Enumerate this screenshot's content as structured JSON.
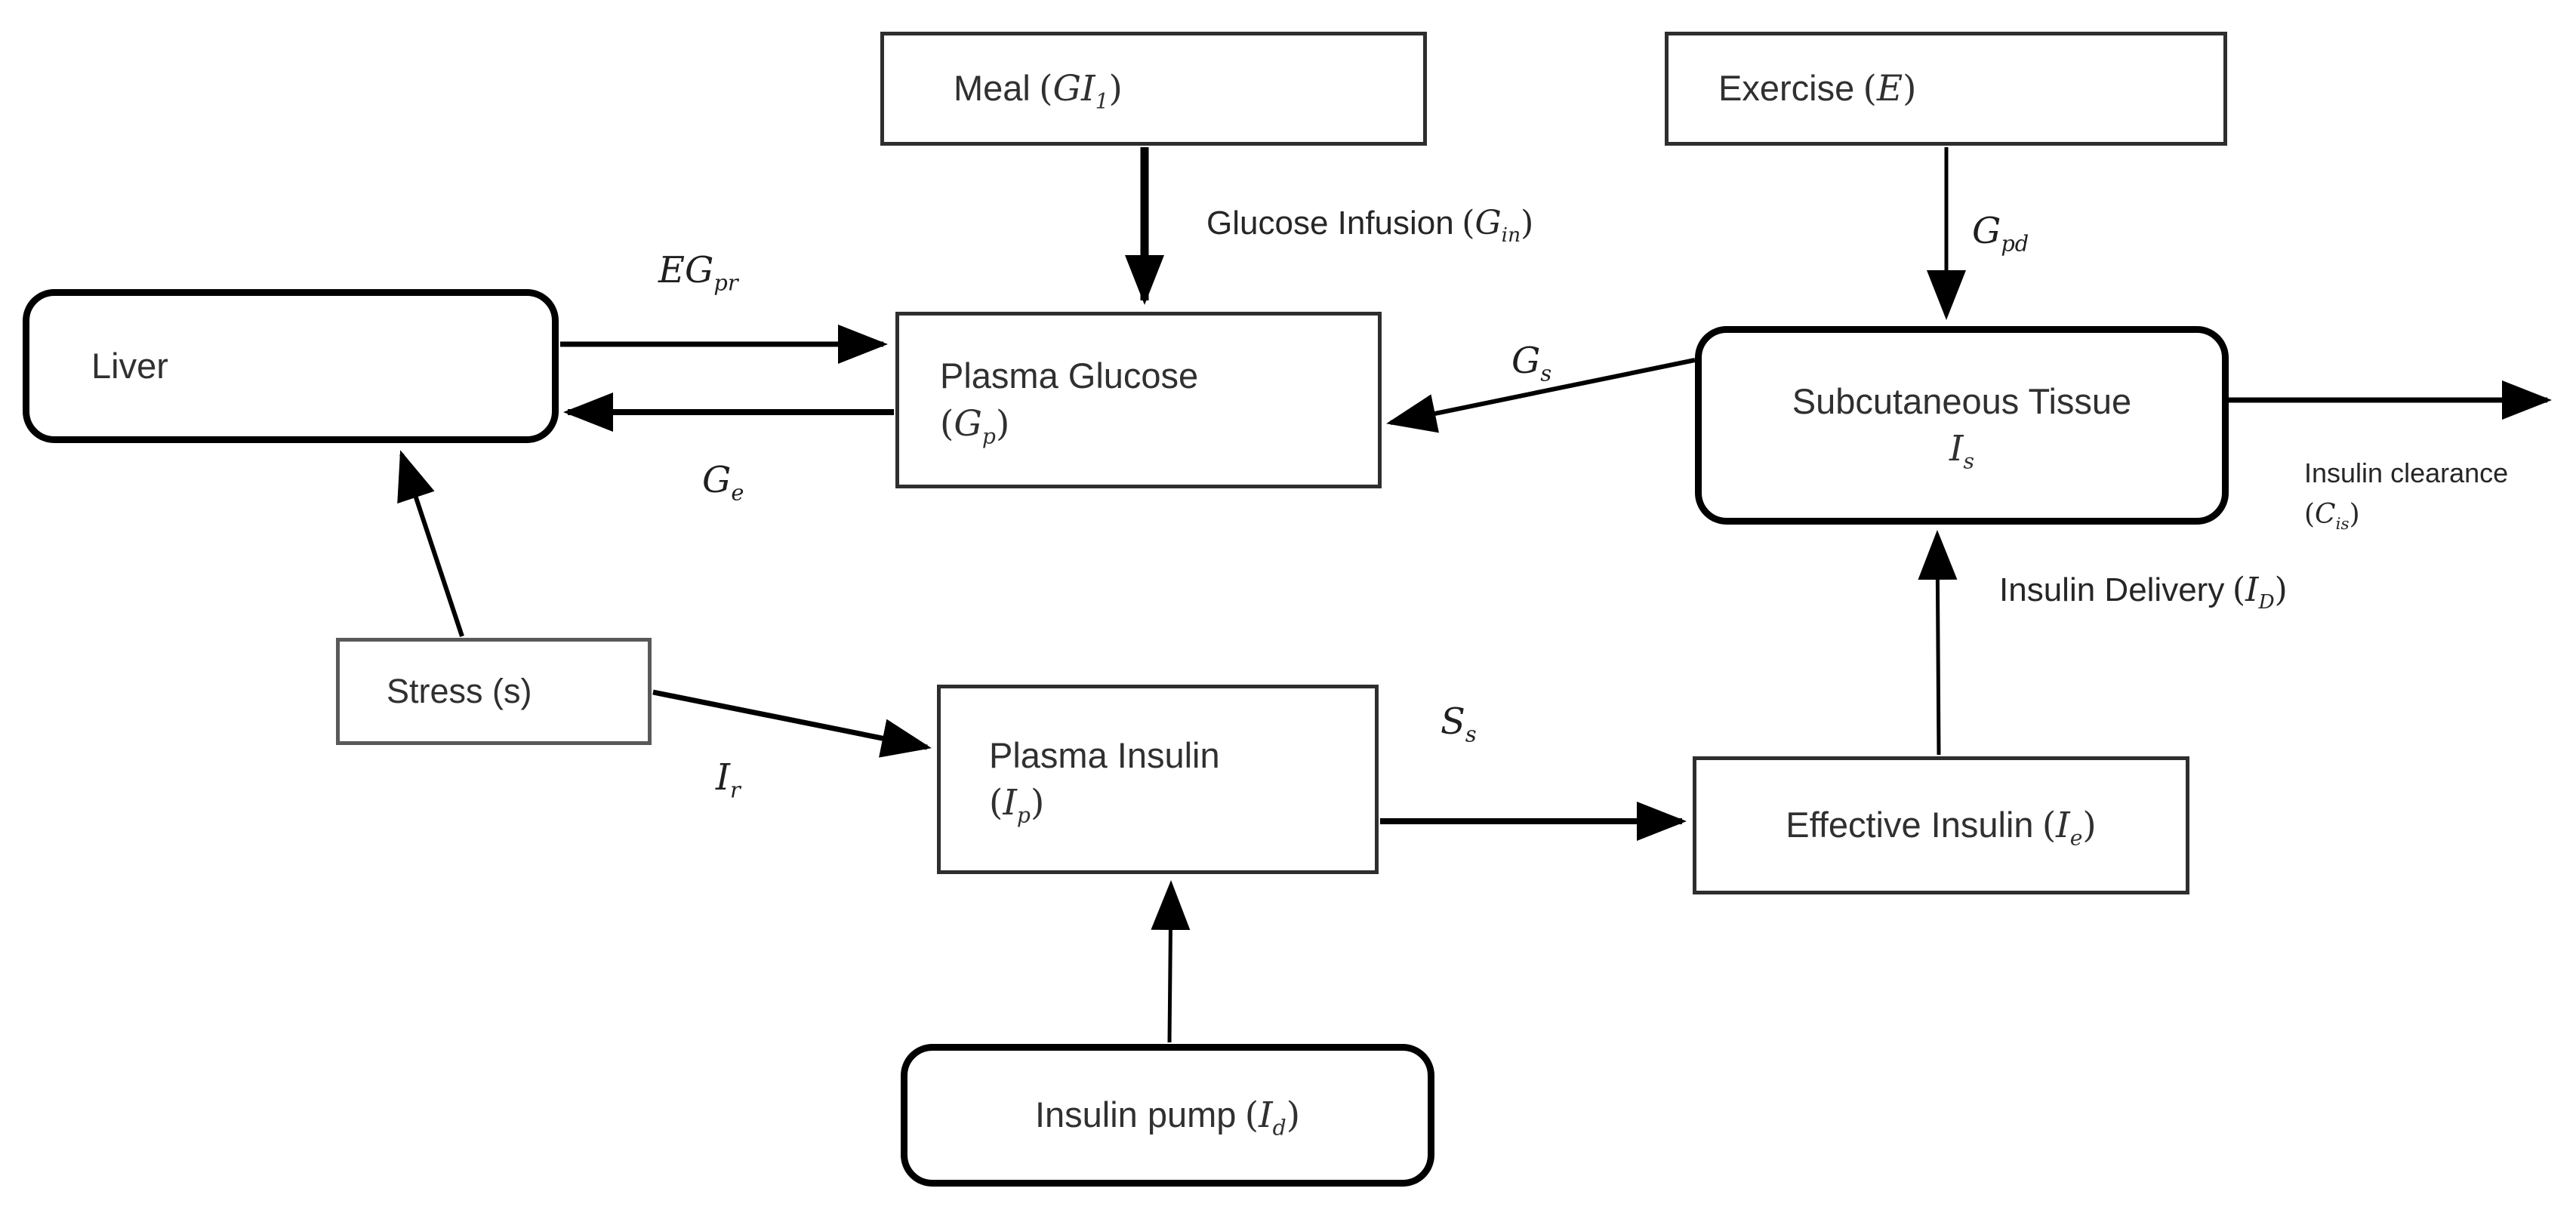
{
  "colors": {
    "background": "#ffffff",
    "line": "#000000",
    "box_border_dark": "#000000",
    "box_border_medium": "#2e2e2e",
    "box_border_gray": "#595959",
    "text": "#262626"
  },
  "boxes": {
    "meal": {
      "text": "Meal",
      "lparen": "(",
      "math": "GI",
      "sub": "1",
      "rparen": ")"
    },
    "exercise": {
      "text": "Exercise",
      "lparen": "(",
      "math": "E",
      "rparen": ")"
    },
    "liver": {
      "text": "Liver"
    },
    "plasma_glucose": {
      "line1": "Plasma Glucose",
      "lparen": "(",
      "math": "G",
      "sub": "p",
      "rparen": ")"
    },
    "subcutaneous_tissue": {
      "line1": "Subcutaneous Tissue",
      "math": "I",
      "sub": "s"
    },
    "stress": {
      "text": "Stress (s)"
    },
    "plasma_insulin": {
      "line1": "Plasma Insulin",
      "lparen": "(",
      "math": "I",
      "sub": "p",
      "rparen": ")"
    },
    "effective_insulin": {
      "text": "Effective Insulin",
      "lparen": "(",
      "math": "I",
      "sub": "e",
      "rparen": ")"
    },
    "insulin_pump": {
      "text": "Insulin pump",
      "lparen": "(",
      "math": "I",
      "sub": "d",
      "rparen": ")"
    }
  },
  "labels": {
    "glucose_infusion": {
      "text": "Glucose Infusion",
      "lparen": "(",
      "math": "G",
      "sub": "in",
      "rparen": ")"
    },
    "g_pd": {
      "math": "G",
      "sub": "pd"
    },
    "eg_pr": {
      "math": "EG",
      "sub": "pr"
    },
    "g_e": {
      "math": "G",
      "sub": "e"
    },
    "g_s": {
      "math": "G",
      "sub": "s"
    },
    "i_r": {
      "math": "I",
      "sub": "r"
    },
    "s_s": {
      "math": "S",
      "sub": "s"
    },
    "insulin_clearance": {
      "line1": "Insulin clearance",
      "lparen": "(",
      "math": "C",
      "sub": "is",
      "rparen": ")"
    },
    "insulin_delivery": {
      "text": "Insulin Delivery",
      "lparen": "(",
      "math": "I",
      "sub": "D",
      "rparen": ")"
    }
  }
}
